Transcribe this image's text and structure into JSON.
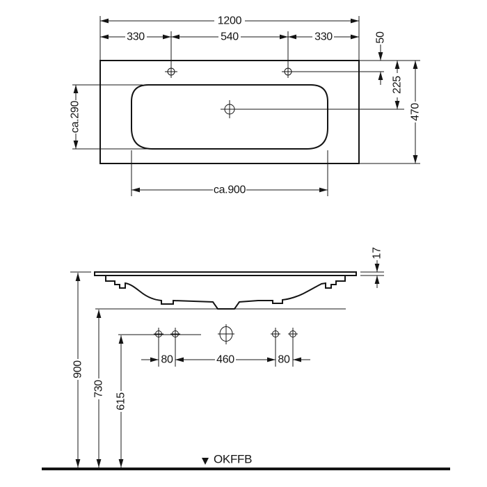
{
  "top_view": {
    "total_width": "1200",
    "tap_left_span": "330",
    "tap_center_span": "540",
    "tap_right_span": "330",
    "tap_setback": "50",
    "drain_setback": "225",
    "total_depth": "470",
    "bowl_depth": "ca.290",
    "bowl_width": "ca.900"
  },
  "front_view": {
    "rim_thickness": "17",
    "rim_height": "900",
    "underside_height": "730",
    "fixing_hole_height": "615",
    "fixing_left_span": "80",
    "fixing_center_span": "460",
    "fixing_right_span": "80",
    "floor_label": "OKFFB"
  }
}
